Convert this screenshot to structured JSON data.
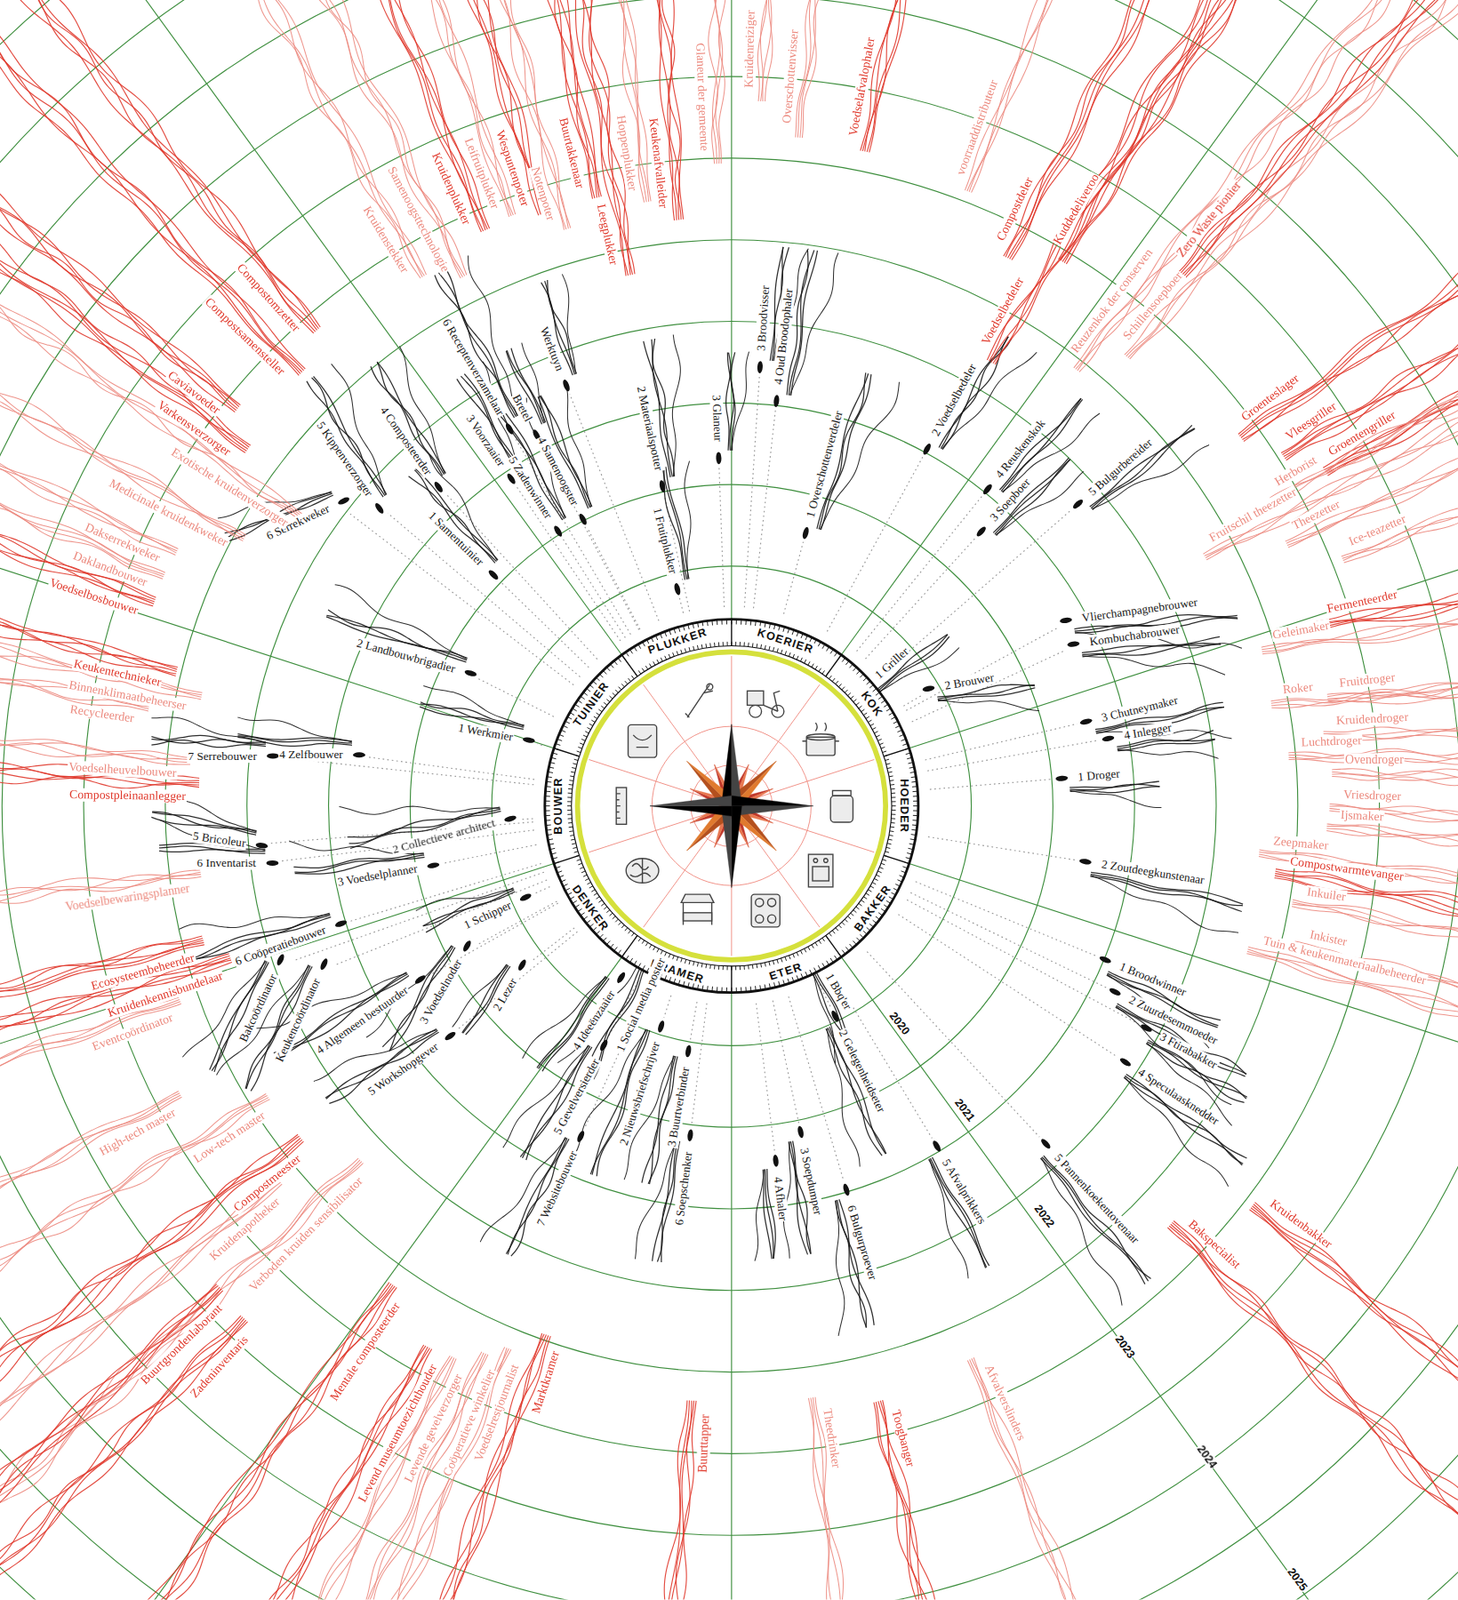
{
  "diagram": {
    "labels": [
      "TUINIER",
      "PLUKKER",
      "KOERIER",
      "KOK",
      "HOEDER",
      "BAKKER",
      "ETER",
      "KRAMER",
      "DENKER",
      "BOUWER",
      "2020",
      "2021",
      "2022",
      "2023",
      "2024",
      "2025",
      "1 Samentuinier",
      "6 Serrekweker",
      "5 Kippenverzorger",
      "4 Composteerder",
      "3 Voorzaaier",
      "6 Receptenverzamelaar",
      "2 Landbouwbrigadier",
      "Werktuyn",
      "Bretel",
      "4 Samenoogster",
      "5 Zadenwinner",
      "2 Materiaalspotter",
      "3 Glaneur",
      "1 Fruitplukker",
      "3 Broodvisser",
      "4 Oud Broodophaler",
      "1 Overschottenverdeler",
      "2 Voedselbedeler",
      "4 Reuskenskok",
      "3 Soepboer",
      "5 Bulgurbereider",
      "1 Griller",
      "2 Brouwer",
      "Vlierchampagnebrouwer",
      "Kombuchabrouwer",
      "3 Chutneymaker",
      "4 Inlegger",
      "1 Droger",
      "2 Zoutdeegkunstenaar",
      "1 Broodwinner",
      "2 Zuurdesemmoeder",
      "3 Ftirabakker",
      "4 Speculaasknedder",
      "5 Pannenkoekentovenaar",
      "1 Bbq'er",
      "2 Gelegenheidseter",
      "3 Soepdumper",
      "4 Afhaler",
      "5 Afvalprikkers",
      "6 Bulgurproever",
      "1 Social media poster",
      "2 Nieuwsbriefschrijver",
      "3 Buurtverbinder",
      "4 Ideeënzaaier",
      "5 Gevelversierder",
      "6 Soepschenker",
      "7 Websitebouwer",
      "1 Schipper",
      "2 Lezer",
      "3 Voedselnoder",
      "4 Algemeen bestuurder",
      "5 Workshopgever",
      "6 Coöperatiebouwer",
      "Bakcoördinator",
      "Keukencoördinator",
      "1 Werkmier",
      "4 Zelfbouwer",
      "7 Serrebouwer",
      "2 Collectieve architect",
      "3 Voedselplanner",
      "5 Bricoleur",
      "6 Inventarist",
      "Compostomzetter",
      "Compostsamensteller",
      "Caviavoeder",
      "Varkensverzorger",
      "Exotische kruidenverzorger",
      "Medicinale kruidenkweker",
      "Dakserrekweker",
      "Daklandbouwer",
      "Voedselbosbouwer",
      "Kruidenstekker",
      "Kruidenplukker",
      "Samenoogsttechnologie",
      "Leifruitplukker",
      "Wespuntenpoter",
      "Notenpoter",
      "Buurtakkenaar",
      "Leegplukker",
      "Hoppenplukker",
      "Keukenafvalleider",
      "Glaneur der gemeente",
      "Kruidenreiziger",
      "Overschottenvisser",
      "Voedselafvalophaler",
      "voorraaddistributeur",
      "Compostdeler",
      "Kuddedeliveroo",
      "Voedselbedeler",
      "Reuzenkok der conserven",
      "Schillensoepboer",
      "Zero Waste pionier",
      "Groenteslager",
      "Vleesgriller",
      "Groentengriller",
      "Herborist",
      "Fruitschil theezetter",
      "Theezetter",
      "Ice-teazetter",
      "Fermenteerder",
      "Geleimaker",
      "Fruitdroger",
      "Roker",
      "Kruidendroger",
      "Luchtdroger",
      "Ovendroger",
      "Vriesdroger",
      "Ijsmaker",
      "Zeepmaker",
      "Compostwarmtevanger",
      "Inkuiler",
      "Inkister",
      "Tuin & keukenmateriaalbeheerder",
      "Bakspecialist",
      "Kruidenbakker",
      "Afvalverslinders",
      "Toogbanger",
      "Theedrinker",
      "Buurttapper",
      "Marktkramer",
      "Voedselrestjournalist",
      "Coöperatieve winkelier",
      "Levende gevelverzorger",
      "Levend museumtoezichthouder",
      "Mentale composteerder",
      "Ecosysteembeheerder",
      "Kruidenkennisbundelaar",
      "Eventcoördinator",
      "High-tech master",
      "Low-tech master",
      "Compostmeester",
      "Kruidenapotheker",
      "Verboden kruiden sensibilisator",
      "Buurtgrondenlaborant",
      "Zadeninventaris",
      "Keukentechnieker",
      "Binnenklimaatbeheerser",
      "Recycleerder",
      "Voedselheuvelbouwer",
      "Compostpleinaanlegger",
      "Voedselbewaringsplanner"
    ]
  }
}
